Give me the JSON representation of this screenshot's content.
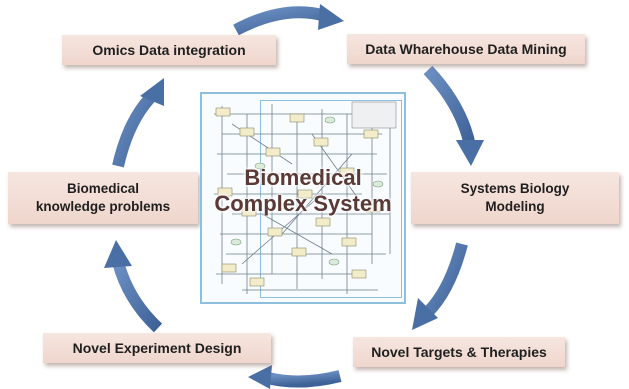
{
  "cycle": {
    "nodes": {
      "omics": "Omics Data integration",
      "data_warehouse": "Data Wharehouse Data Mining",
      "systems_biology_line1": "Systems Biology",
      "systems_biology_line2": "Modeling",
      "novel_targets": "Novel Targets & Therapies",
      "novel_experiment": "Novel Experiment Design",
      "biomedical_problems_line1": "Biomedical",
      "biomedical_problems_line2": "knowledge problems"
    },
    "center": {
      "line1": "Biomedical",
      "line2": "Complex System"
    }
  },
  "colors": {
    "arrow": "#4a6fa5",
    "box_fill": "#f3dfd8",
    "network_border": "#8ec0de",
    "center_text": "#5a3a36"
  }
}
